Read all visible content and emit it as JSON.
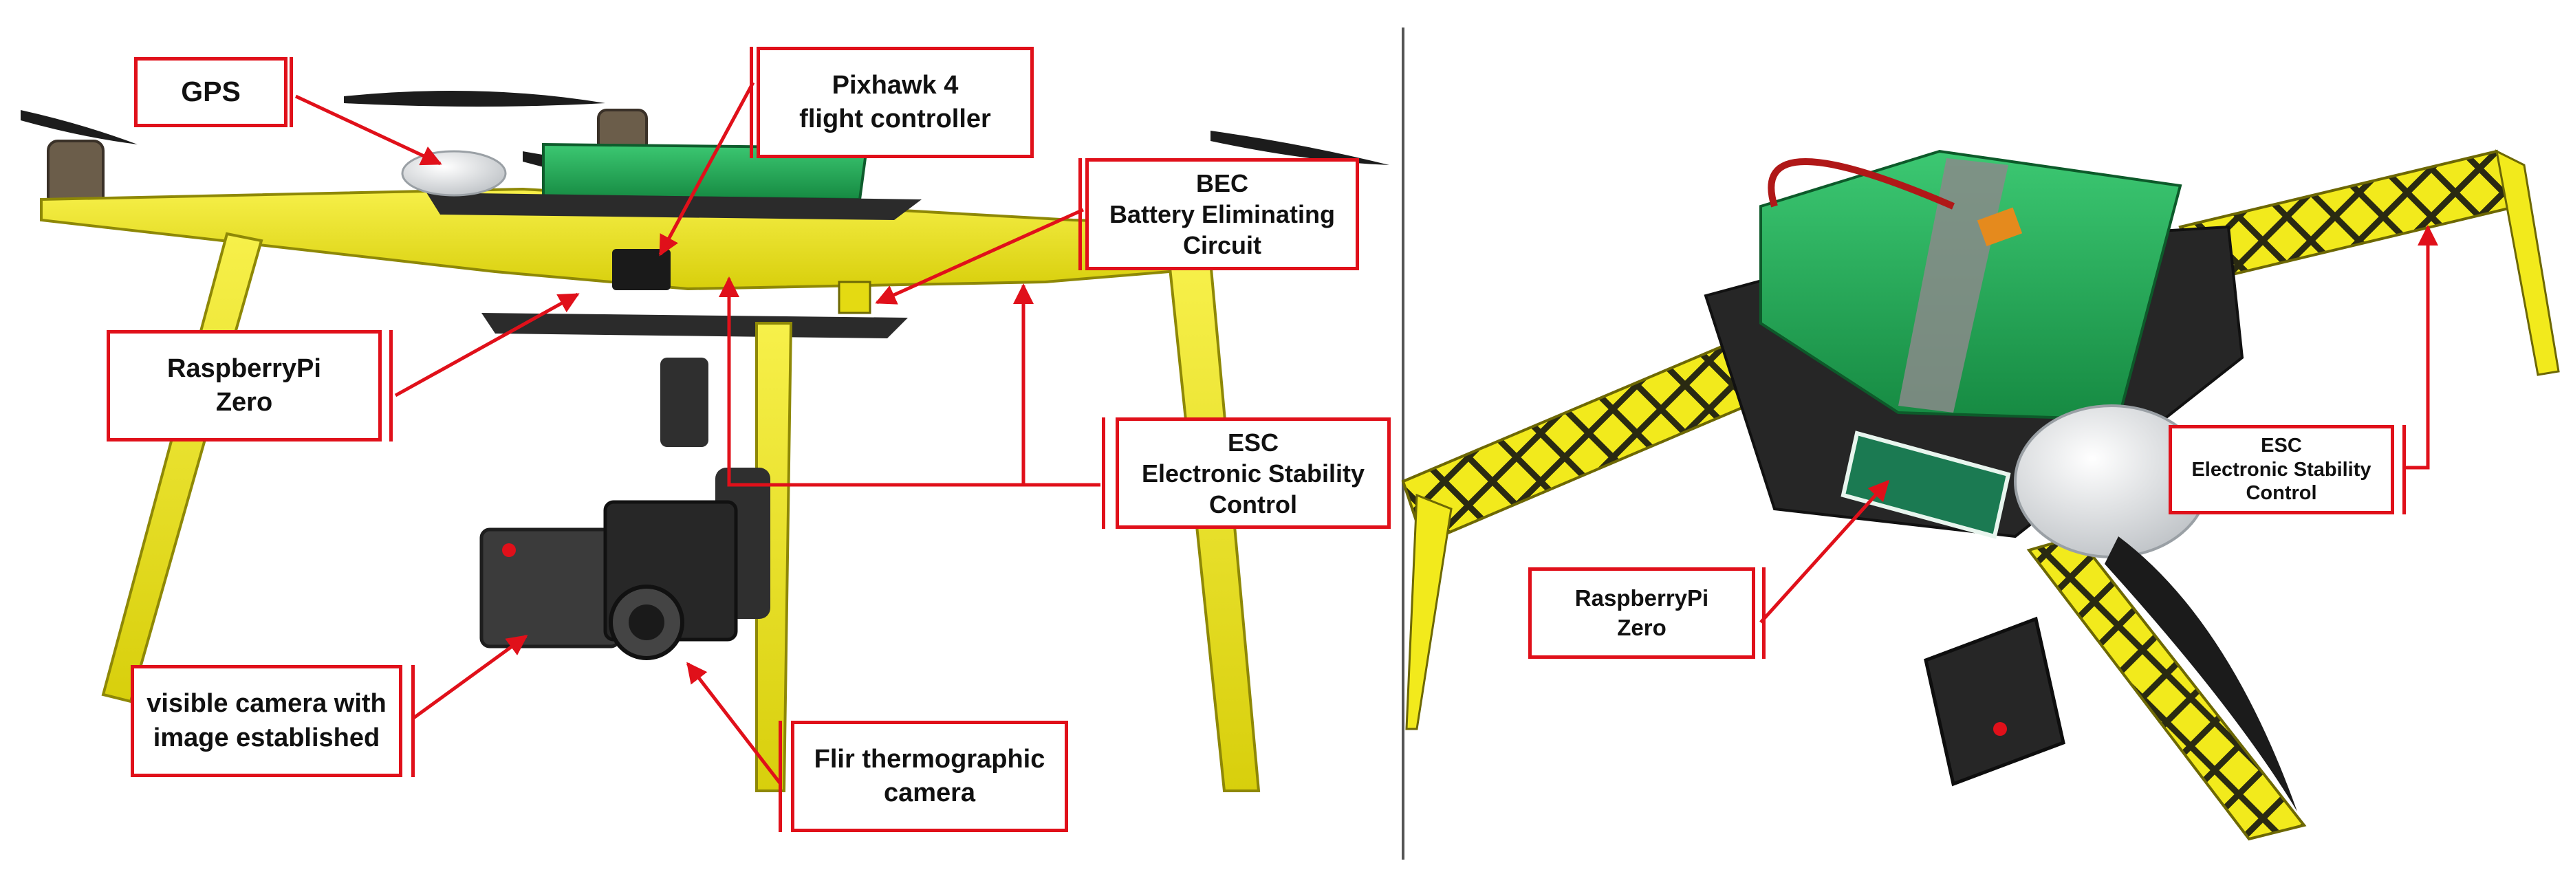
{
  "colors": {
    "accent_red": "#e0101a",
    "frame_yellow": "#f2ea1c",
    "battery_green": "#1fae55",
    "carbon_plate": "#2b2b2b",
    "divider": "#555555"
  },
  "left_panel": {
    "labels": {
      "gps": {
        "lines": [
          "GPS"
        ]
      },
      "pixhawk": {
        "lines": [
          "Pixhawk 4",
          "flight controller"
        ]
      },
      "bec": {
        "lines": [
          "BEC",
          "Battery Eliminating",
          "Circuit"
        ]
      },
      "raspberrypi": {
        "lines": [
          "RaspberryPi",
          "Zero"
        ]
      },
      "esc": {
        "lines": [
          "ESC",
          "Electronic Stability",
          "Control"
        ]
      },
      "visible_camera": {
        "lines": [
          "visible camera with",
          "image established"
        ]
      },
      "flir": {
        "lines": [
          "Flir thermographic",
          "camera"
        ]
      }
    }
  },
  "right_panel": {
    "labels": {
      "esc": {
        "lines": [
          "ESC",
          "Electronic Stability",
          "Control"
        ]
      },
      "raspberrypi": {
        "lines": [
          "RaspberryPi",
          "Zero"
        ]
      }
    }
  }
}
